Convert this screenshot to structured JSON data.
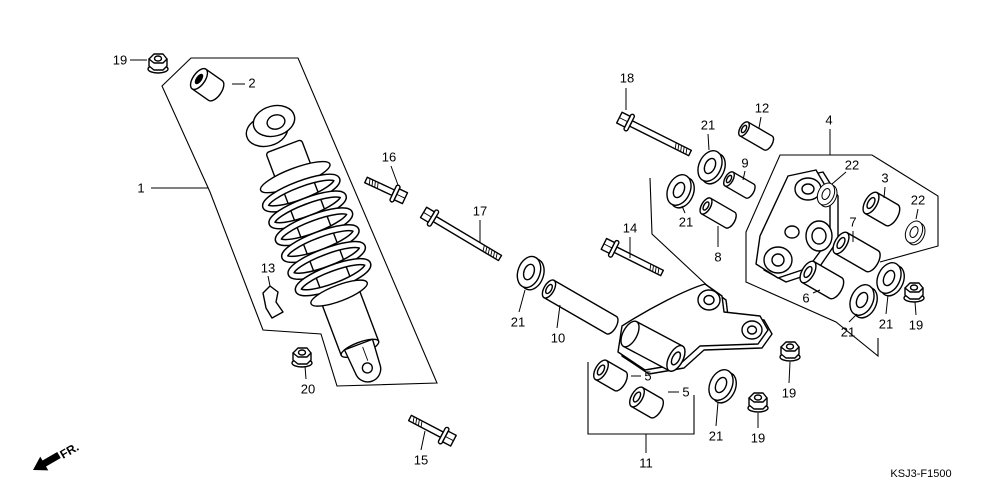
{
  "colors": {
    "line": "#000000",
    "background": "#ffffff"
  },
  "direction": {
    "label": "FR.",
    "icon": "arrow-down-left-icon"
  },
  "diagram_code": "KSJ3-F1500",
  "callouts": {
    "nut_top_left": "19",
    "bushing_top": "2",
    "shock_absorber": "1",
    "clip": "13",
    "nut_shock_bottom": "20",
    "bolt_upper_left": "16",
    "bolt_long": "17",
    "washer_left": "21",
    "collar_long": "10",
    "bolt_top": "18",
    "washer_upper": "21",
    "washer_middle": "21",
    "collar_top": "12",
    "collar_upper": "9",
    "collar_middle": "8",
    "bolt_middle": "14",
    "arm": "4",
    "washer_small_left": "22",
    "bushing_right": "3",
    "washer_small_right": "22",
    "collar_right_upper": "7",
    "collar_right_lower": "6",
    "washer_right_lower": "21",
    "washer_right_upper": "21",
    "nut_right": "19",
    "bushing_lower_a": "5",
    "bushing_lower_b": "5",
    "rod": "11",
    "nut_center": "19",
    "washer_bottom": "21",
    "nut_bottom": "19",
    "bolt_bottom": "15"
  }
}
